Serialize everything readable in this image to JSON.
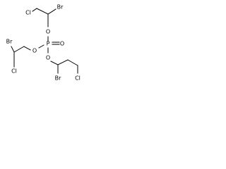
{
  "molecule": {
    "atoms": {
      "cl_top": "Cl",
      "br_top": "Br",
      "o_top": "O",
      "p": "P",
      "o_double": "O",
      "o_left": "O",
      "br_left": "Br",
      "cl_left": "Cl",
      "o_bottom": "O",
      "cl_bottom": "Cl",
      "br_bottom": "Br"
    }
  }
}
